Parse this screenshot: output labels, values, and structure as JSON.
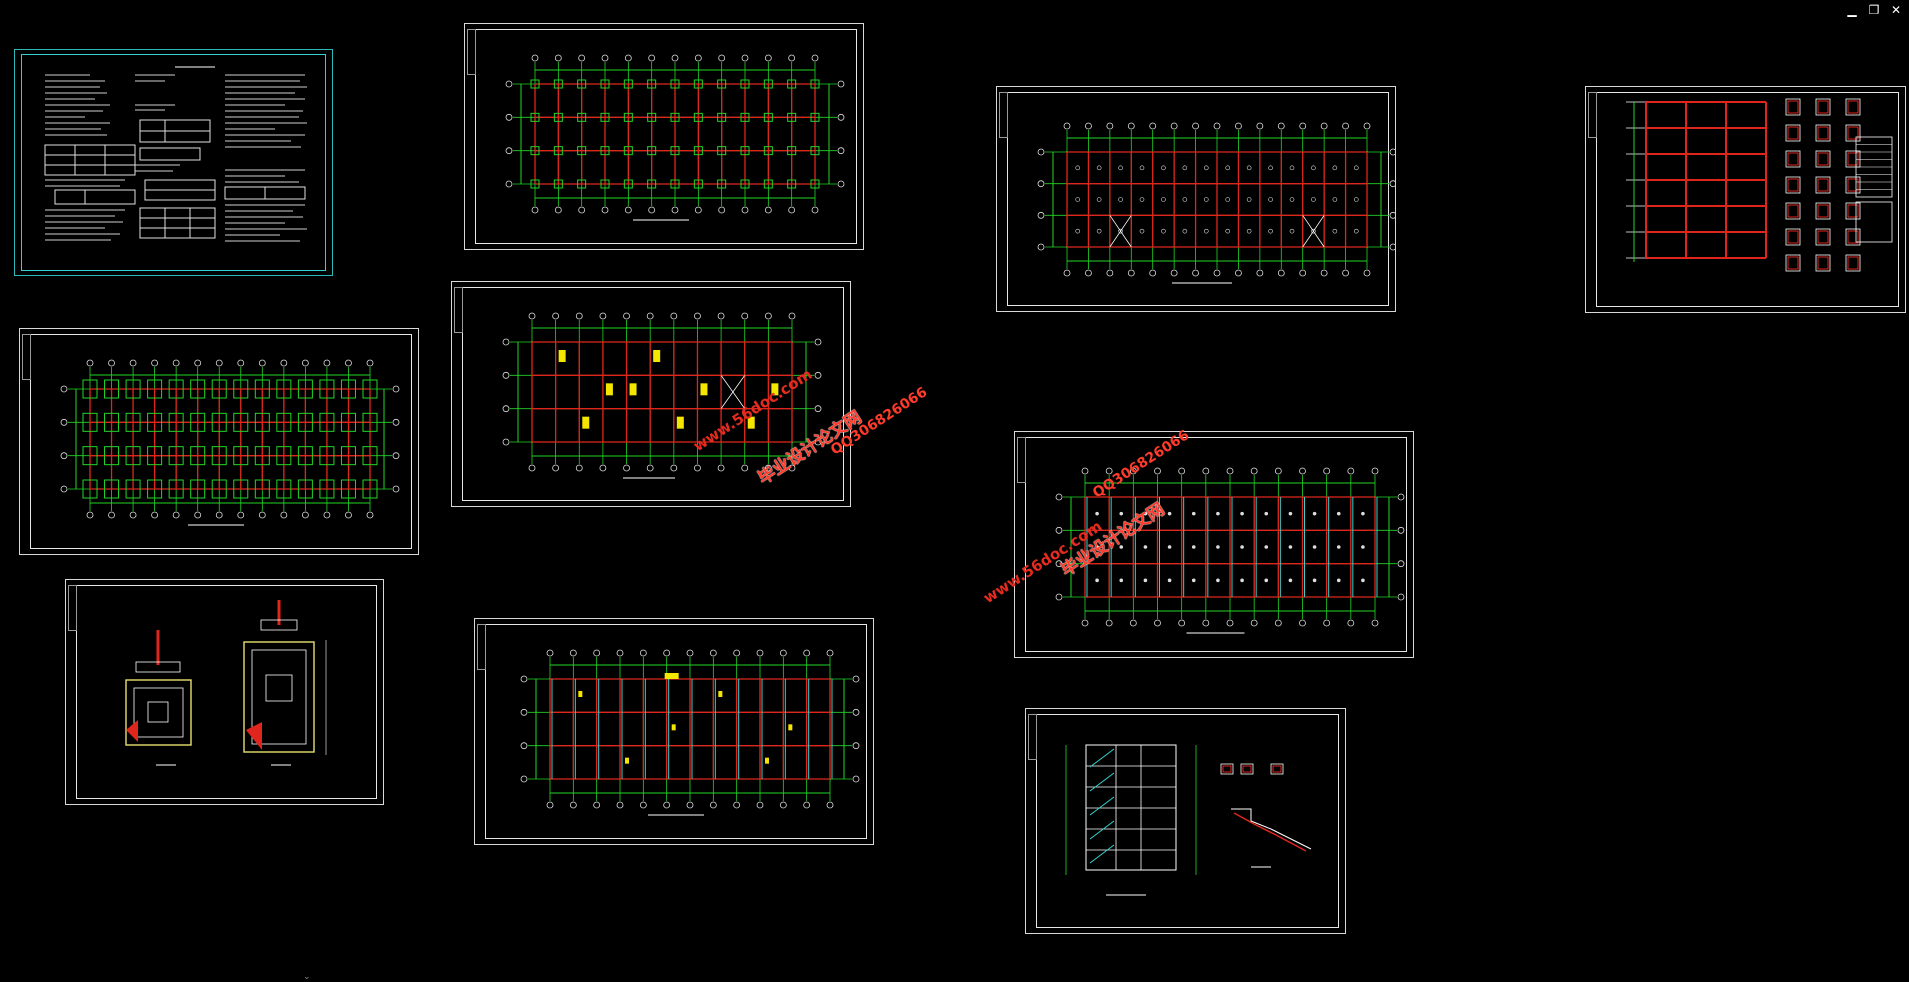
{
  "window": {
    "controls": {
      "minimize": "▁",
      "restore": "❐",
      "close": "✕"
    }
  },
  "watermark": {
    "site": "www.56doc.com",
    "title": "毕业设计论文网",
    "qq": "QQ306826066"
  },
  "sheets": [
    {
      "id": "design-notes"
    },
    {
      "id": "pile-plan-top"
    },
    {
      "id": "floor-framing-plan"
    },
    {
      "id": "column-sections"
    },
    {
      "id": "foundation-plan"
    },
    {
      "id": "beam-layout-plan"
    },
    {
      "id": "roof-framing-plan"
    },
    {
      "id": "foundation-detail"
    },
    {
      "id": "slab-reinforcement-plan"
    },
    {
      "id": "stair-detail"
    }
  ],
  "colors": {
    "background": "#000000",
    "frame": "#d9d9d9",
    "grid": "#22d626",
    "beam": "#e0261c",
    "wall": "#ffffff",
    "cyan": "#35d0d0",
    "highlight": "#f5e600"
  },
  "icons": [
    "minimize-icon",
    "restore-icon",
    "close-icon"
  ]
}
